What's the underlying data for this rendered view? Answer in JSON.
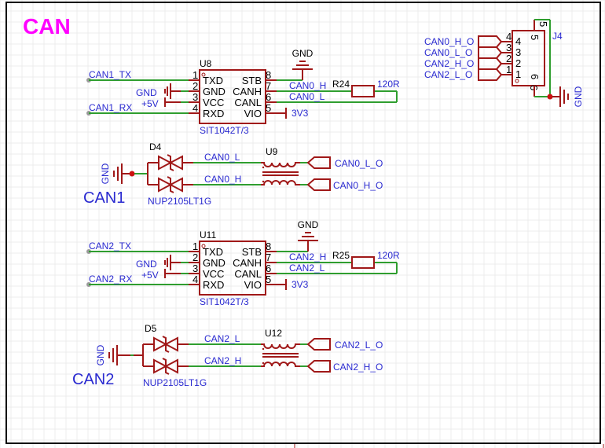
{
  "title": "CAN",
  "colors": {
    "title": "#ff00ff",
    "wire": "#2f9e2f",
    "component": "#a01818",
    "net_label": "#2a2ad0",
    "junction": "#cc1111"
  },
  "transceivers": [
    {
      "designator": "U8",
      "value": "SIT1042T/3",
      "left_pins": [
        {
          "num": "1",
          "name": "TXD"
        },
        {
          "num": "2",
          "name": "GND"
        },
        {
          "num": "3",
          "name": "VCC"
        },
        {
          "num": "4",
          "name": "RXD"
        }
      ],
      "right_pins": [
        {
          "num": "8",
          "name": "STB"
        },
        {
          "num": "7",
          "name": "CANH"
        },
        {
          "num": "6",
          "name": "CANL"
        },
        {
          "num": "5",
          "name": "VIO"
        }
      ],
      "nets": {
        "tx": "CAN1_TX",
        "rx": "CAN1_RX",
        "gnd": "GND",
        "vcc": "+5V",
        "canh": "CAN0_H",
        "canl": "CAN0_L",
        "stb_pwr": "GND",
        "vio_pwr": "3V3"
      },
      "resistor": {
        "designator": "R24",
        "value": "120R"
      }
    },
    {
      "designator": "U11",
      "value": "SIT1042T/3",
      "left_pins": [
        {
          "num": "1",
          "name": "TXD"
        },
        {
          "num": "2",
          "name": "GND"
        },
        {
          "num": "3",
          "name": "VCC"
        },
        {
          "num": "4",
          "name": "RXD"
        }
      ],
      "right_pins": [
        {
          "num": "8",
          "name": "STB"
        },
        {
          "num": "7",
          "name": "CANH"
        },
        {
          "num": "6",
          "name": "CANL"
        },
        {
          "num": "5",
          "name": "VIO"
        }
      ],
      "nets": {
        "tx": "CAN2_TX",
        "rx": "CAN2_RX",
        "gnd": "GND",
        "vcc": "+5V",
        "canh": "CAN2_H",
        "canl": "CAN2_L",
        "stb_pwr": "GND",
        "vio_pwr": "3V3"
      },
      "resistor": {
        "designator": "R25",
        "value": "120R"
      }
    }
  ],
  "protection": [
    {
      "label": "CAN1",
      "gnd": "GND",
      "diode": {
        "designator": "D4",
        "value": "NUP2105LT1G"
      },
      "choke": {
        "designator": "U9"
      },
      "nets_in": [
        "CAN0_L",
        "CAN0_H"
      ],
      "nets_out": [
        "CAN0_L_O",
        "CAN0_H_O"
      ]
    },
    {
      "label": "CAN2",
      "gnd": "GND",
      "diode": {
        "designator": "D5",
        "value": "NUP2105LT1G"
      },
      "choke": {
        "designator": "U12"
      },
      "nets_in": [
        "CAN2_L",
        "CAN2_H"
      ],
      "nets_out": [
        "CAN2_L_O",
        "CAN2_H_O"
      ]
    }
  ],
  "connector": {
    "designator": "J4",
    "gnd": "GND",
    "pins": [
      {
        "num": "4",
        "net": "CAN0_H_O"
      },
      {
        "num": "3",
        "net": "CAN0_L_O"
      },
      {
        "num": "2",
        "net": "CAN2_H_O"
      },
      {
        "num": "1",
        "net": "CAN2_L_O"
      }
    ],
    "mount_pins": [
      "5",
      "6"
    ]
  }
}
